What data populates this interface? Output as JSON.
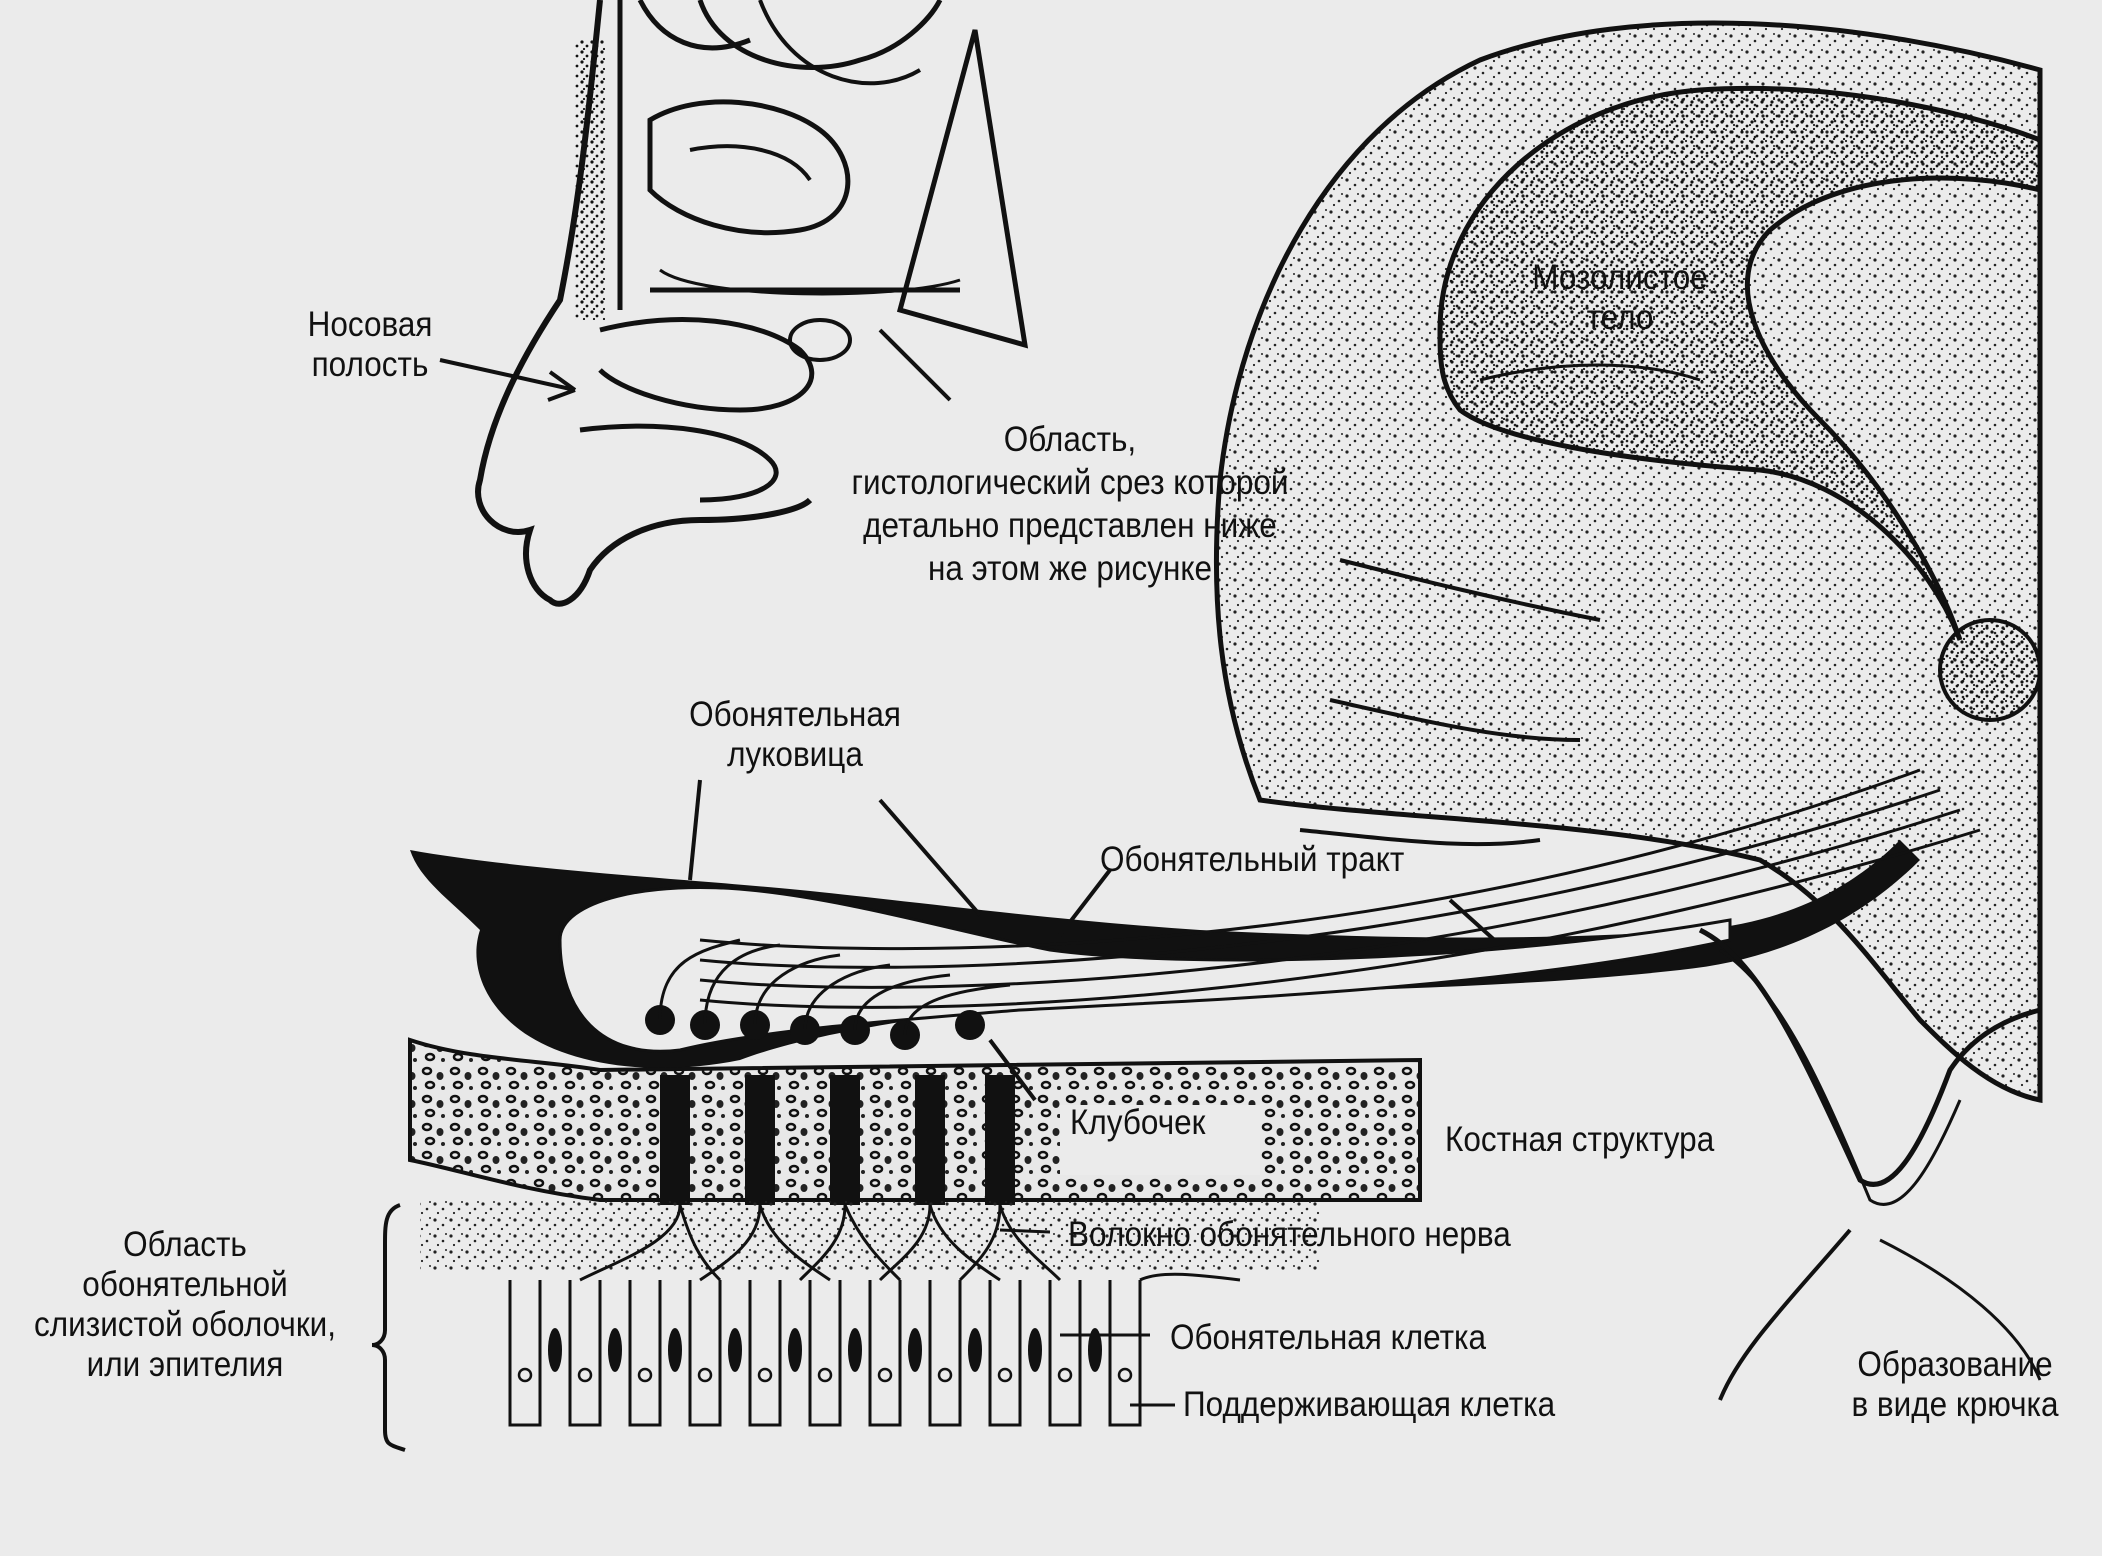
{
  "labels": {
    "nasal_cavity": [
      "Носовая",
      "полость"
    ],
    "corpus_callosum": [
      "Мозолистое",
      "тело"
    ],
    "section_region": [
      "Область,",
      "гистологический срез которой",
      "детально представлен ниже",
      "на этом же рисунке"
    ],
    "olfactory_bulb": [
      "Обонятельная",
      "луковица"
    ],
    "olfactory_tract": "Обонятельный тракт",
    "glomerulus": "Клубочек",
    "bone_structure": "Костная структура",
    "mucosa_region": [
      "Область",
      "обонятельной",
      "слизистой оболочки,",
      "или эпителия"
    ],
    "nerve_fiber": "Волокно обонятельного нерва",
    "olfactory_cell": "Обонятельная клетка",
    "supporting_cell": "Поддерживающая клетка",
    "hook_formation": [
      "Образование",
      "в виде крючка"
    ]
  }
}
